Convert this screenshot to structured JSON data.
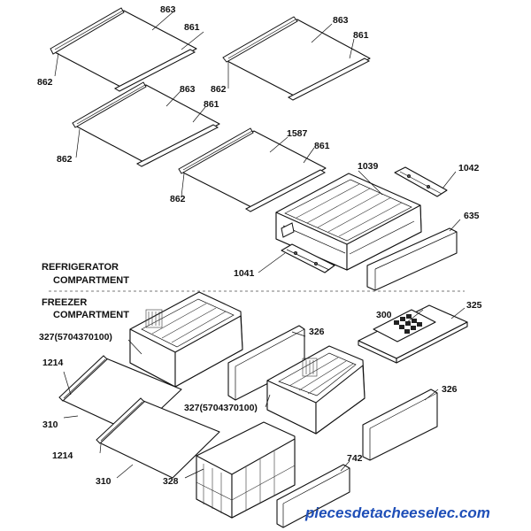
{
  "sections": {
    "refrigerator_line1": "REFRIGERATOR",
    "refrigerator_line2": "COMPARTMENT",
    "freezer_line1": "FREEZER",
    "freezer_line2": "COMPARTMENT"
  },
  "labels": {
    "p863_a": "863",
    "p861_a": "861",
    "p862_a": "862",
    "p863_b": "863",
    "p861_b": "861",
    "p862_b": "862",
    "p863_c": "863",
    "p861_c": "861",
    "p862_c": "862",
    "p1587": "1587",
    "p861_d": "861",
    "p862_d": "862",
    "p1039": "1039",
    "p1042": "1042",
    "p635": "635",
    "p1041": "1041",
    "p300": "300",
    "p325": "325",
    "p327_a": "327(5704370100)",
    "p326_a": "326",
    "p1214_a": "1214",
    "p310_a": "310",
    "p327_b": "327(5704370100)",
    "p326_b": "326",
    "p1214_b": "1214",
    "p310_b": "310",
    "p328": "328",
    "p742": "742"
  },
  "watermark": "piecesdetacheeselec.com"
}
